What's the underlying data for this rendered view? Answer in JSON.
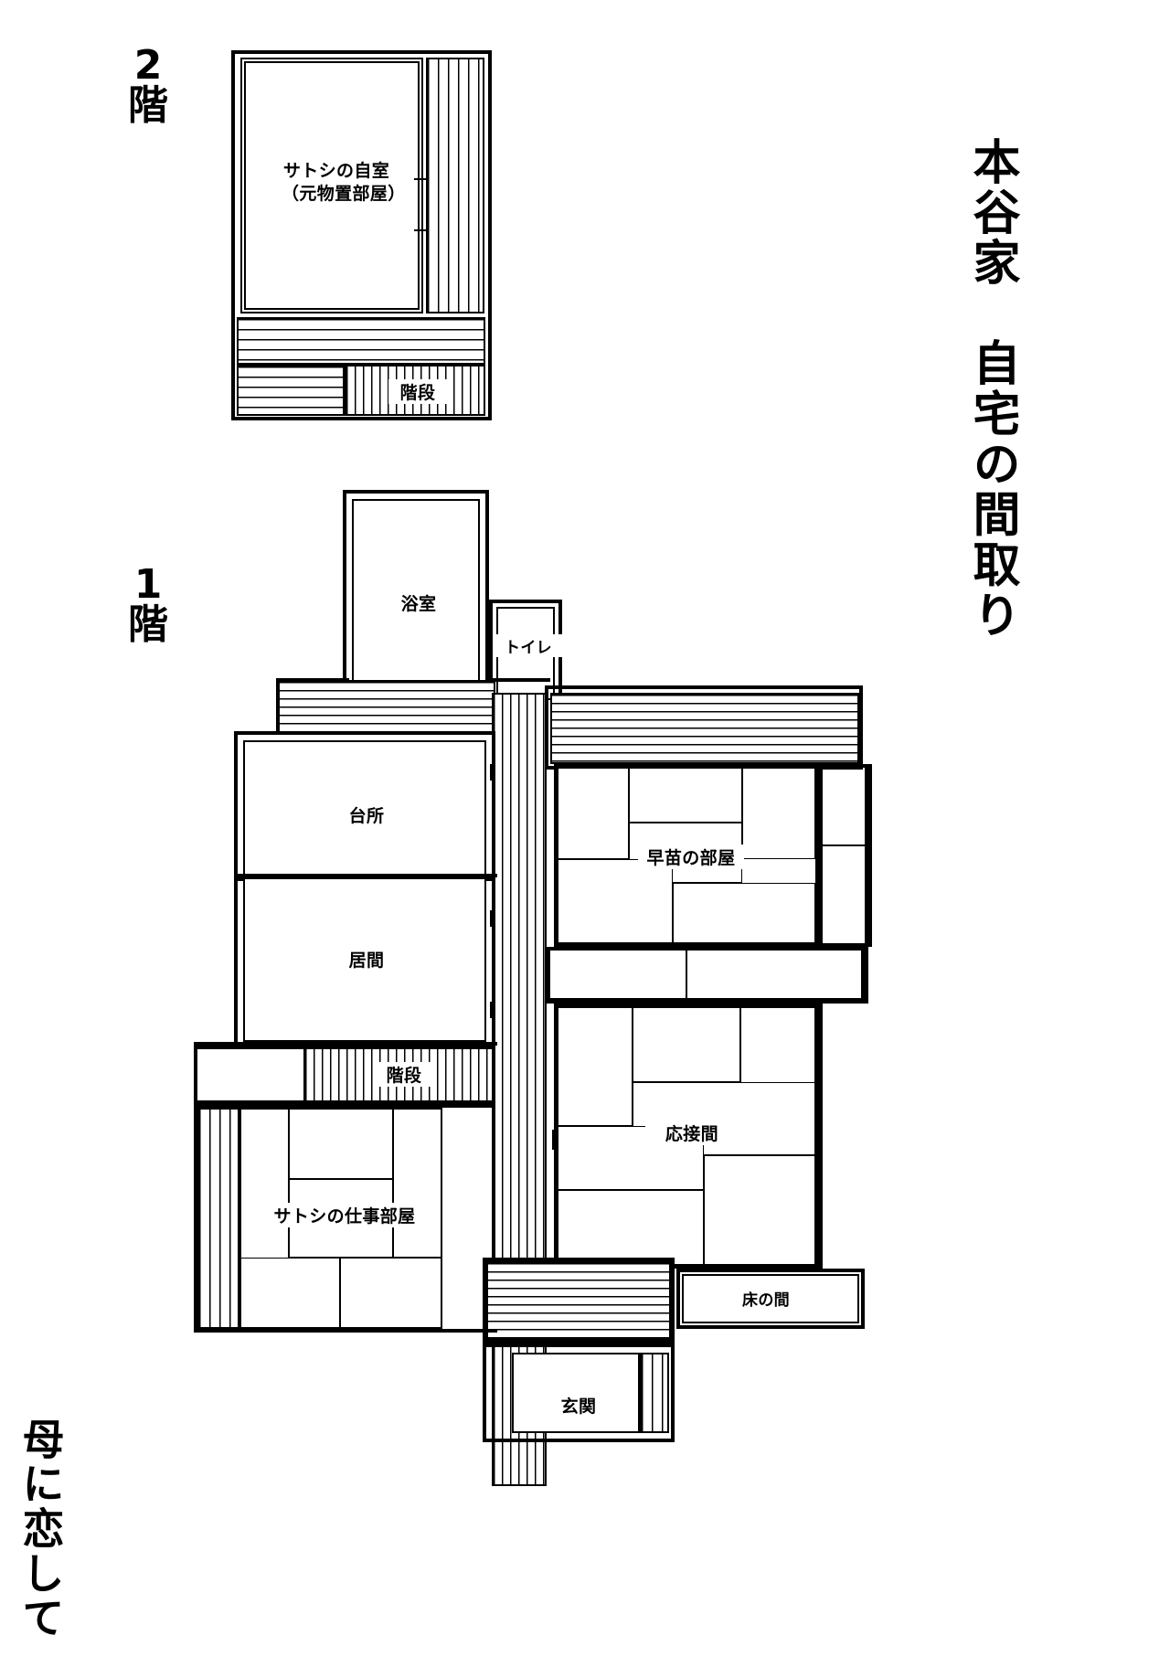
{
  "document": {
    "title_main": "本谷家　自宅の間取り",
    "series_title": "母に恋して",
    "line_color": "#000000",
    "background": "#ffffff"
  },
  "floors": [
    {
      "id": "floor-2",
      "label": "2\n階",
      "label_plain": "2階",
      "rooms": [
        {
          "id": "satoshi-bedroom",
          "name": "サトシの自室\n（元物置部屋）",
          "type": "room"
        },
        {
          "id": "stairs-2f",
          "name": "階段",
          "type": "stairs"
        }
      ]
    },
    {
      "id": "floor-1",
      "label": "1\n階",
      "label_plain": "1階",
      "rooms": [
        {
          "id": "bathroom",
          "name": "浴室",
          "type": "room"
        },
        {
          "id": "toilet",
          "name": "トイレ",
          "type": "room"
        },
        {
          "id": "kitchen",
          "name": "台所",
          "type": "room"
        },
        {
          "id": "living-room",
          "name": "居間",
          "type": "room"
        },
        {
          "id": "stairs-1f",
          "name": "階段",
          "type": "stairs"
        },
        {
          "id": "satoshi-workroom",
          "name": "サトシの仕事部屋",
          "type": "tatami-room"
        },
        {
          "id": "sanae-room",
          "name": "早苗の部屋",
          "type": "tatami-room"
        },
        {
          "id": "drawing-room",
          "name": "応接間",
          "type": "tatami-room"
        },
        {
          "id": "tokonoma",
          "name": "床の間",
          "type": "alcove"
        },
        {
          "id": "entrance",
          "name": "玄関",
          "type": "entrance"
        }
      ]
    }
  ]
}
